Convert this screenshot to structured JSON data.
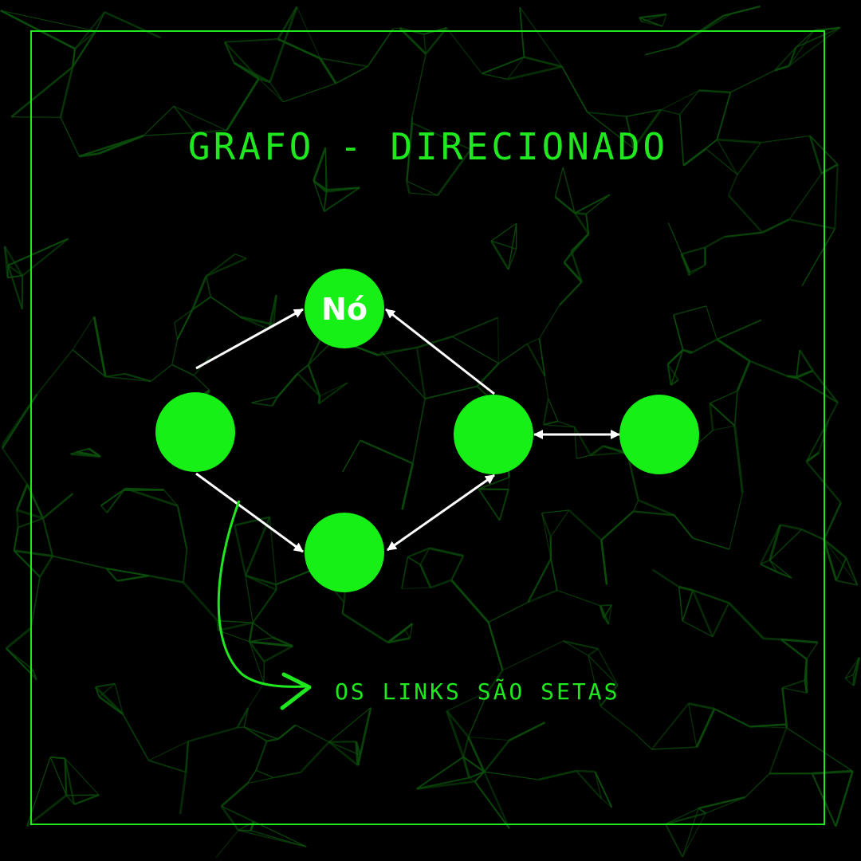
{
  "title": "GRAFO - DIRECIONADO",
  "annotation": "OS LINKS SÃO SETAS",
  "colors": {
    "background": "#000000",
    "accent": "#1fe81f",
    "node": "#17f017",
    "edge": "#ffffff",
    "mesh": "#0b4d0b"
  },
  "nodes": [
    {
      "id": "top",
      "label": "Nó"
    },
    {
      "id": "left",
      "label": ""
    },
    {
      "id": "bottom",
      "label": ""
    },
    {
      "id": "middle-right",
      "label": ""
    },
    {
      "id": "far-right",
      "label": ""
    }
  ],
  "edges": [
    {
      "from": "left",
      "to": "top",
      "direction": "forward"
    },
    {
      "from": "middle-right",
      "to": "top",
      "direction": "forward"
    },
    {
      "from": "left",
      "to": "bottom",
      "direction": "forward"
    },
    {
      "from": "bottom",
      "to": "middle-right",
      "direction": "both"
    },
    {
      "from": "middle-right",
      "to": "far-right",
      "direction": "both"
    }
  ]
}
